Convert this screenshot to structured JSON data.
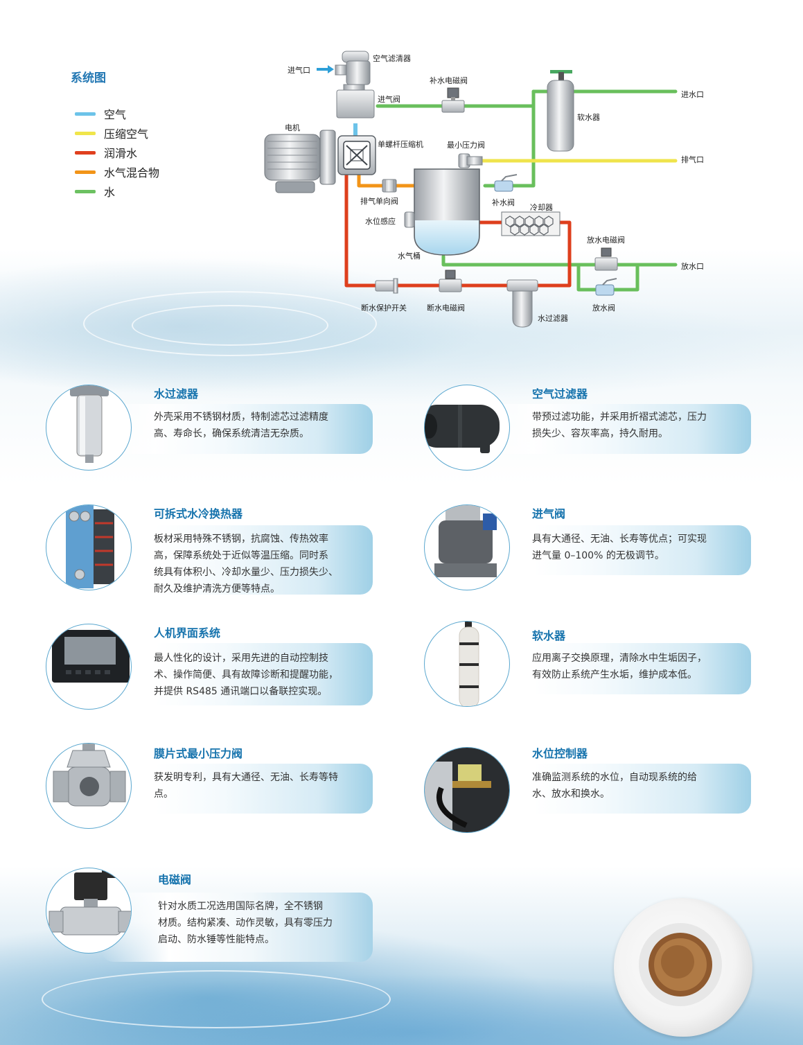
{
  "header": {
    "title": "系统图"
  },
  "legend": [
    {
      "label": "空气",
      "color": "#6cc3e9"
    },
    {
      "label": "压缩空气",
      "color": "#f0e54a"
    },
    {
      "label": "润滑水",
      "color": "#e0401e"
    },
    {
      "label": "水气混合物",
      "color": "#f29418"
    },
    {
      "label": "水",
      "color": "#6cc161"
    }
  ],
  "diagram": {
    "labels": {
      "inlet": "进气口",
      "air_cleaner": "空气滤清器",
      "refill_solenoid": "补水电磁阀",
      "intake_valve": "进气阀",
      "water_inlet": "进水口",
      "motor": "电机",
      "screw_compressor": "单螺杆压缩机",
      "min_pressure_valve": "最小压力阀",
      "softener": "软水器",
      "exhaust_outlet": "排气口",
      "check_valve": "排气单向阀",
      "refill_valve": "补水阀",
      "cooler": "冷却器",
      "level_sensor": "水位感应",
      "drain_solenoid": "放水电磁阀",
      "tank": "水气桶",
      "drain_outlet": "放水口",
      "cutoff_switch": "断水保护开关",
      "cutoff_solenoid": "断水电磁阀",
      "drain_valve": "放水阀",
      "water_filter": "水过滤器"
    }
  },
  "features": [
    {
      "title": "水过滤器",
      "desc": [
        "外壳采用不锈钢材质，特制滤芯过滤精度",
        "高、寿命长，确保系统清洁无杂质。"
      ],
      "icon": "water-filter-icon"
    },
    {
      "title": "空气过滤器",
      "desc": [
        "带预过滤功能，并采用折褶式滤芯，压力",
        "损失少、容灰率高，持久耐用。"
      ],
      "icon": "air-filter-icon"
    },
    {
      "title": "可拆式水冷换热器",
      "desc": [
        "板材采用特殊不锈钢，抗腐蚀、传热效率",
        "高，保障系统处于近似等温压缩。同时系",
        "统具有体积小、冷却水量少、压力损失少、",
        "耐久及维护清洗方便等特点。"
      ],
      "icon": "heat-exchanger-icon"
    },
    {
      "title": "进气阀",
      "desc": [
        "具有大通径、无油、长寿等优点；可实现",
        "进气量 0–100% 的无极调节。"
      ],
      "icon": "intake-valve-icon"
    },
    {
      "title": "人机界面系统",
      "desc": [
        "最人性化的设计，采用先进的自动控制技",
        "术、操作简便、具有故障诊断和提醒功能，",
        "并提供 RS485 通讯端口以备联控实现。"
      ],
      "icon": "hmi-panel-icon"
    },
    {
      "title": "软水器",
      "desc": [
        "应用离子交换原理，清除水中生垢因子，",
        "有效防止系统产生水垢，维护成本低。"
      ],
      "icon": "softener-icon"
    },
    {
      "title": "膜片式最小压力阀",
      "desc": [
        "获发明专利，具有大通径、无油、长寿等特",
        "点。"
      ],
      "icon": "min-pressure-valve-icon"
    },
    {
      "title": "水位控制器",
      "desc": [
        "准确监测系统的水位，自动现系统的给",
        "水、放水和换水。"
      ],
      "icon": "level-controller-icon"
    },
    {
      "title": "电磁阀",
      "desc": [
        "针对水质工况选用国际名牌，全不锈钢",
        "材质。结构紧凑、动作灵敏，具有零压力",
        "启动、防水锤等性能特点。"
      ],
      "icon": "solenoid-valve-icon"
    }
  ]
}
